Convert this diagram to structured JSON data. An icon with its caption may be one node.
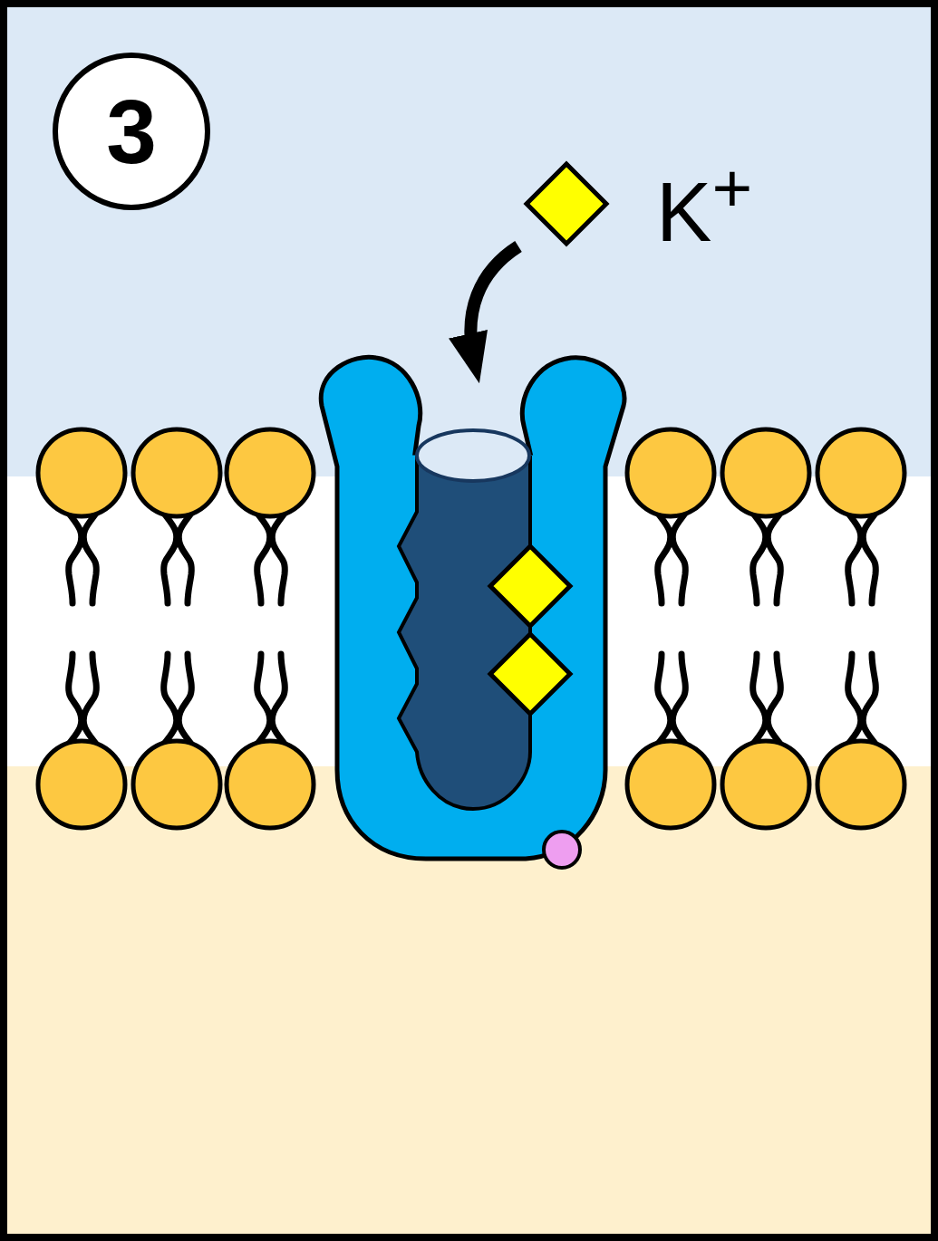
{
  "diagram": {
    "nodes": [
      {
        "text": [
          "3"
        ]
      },
      {
        "text": [],
        "shape": "diamond",
        "beside": [
          "K$^{+}$"
        ]
      },
      {
        "text": [],
        "shape": "picture"
      },
      {
        "text": [],
        "shape": "diamond",
        "in": 2
      },
      {
        "text": [],
        "shape": "diamond",
        "in": 2
      }
    ],
    "edges": [
      {
        "from": 1,
        "to": 2,
        "arrow": "to"
      }
    ]
  }
}
